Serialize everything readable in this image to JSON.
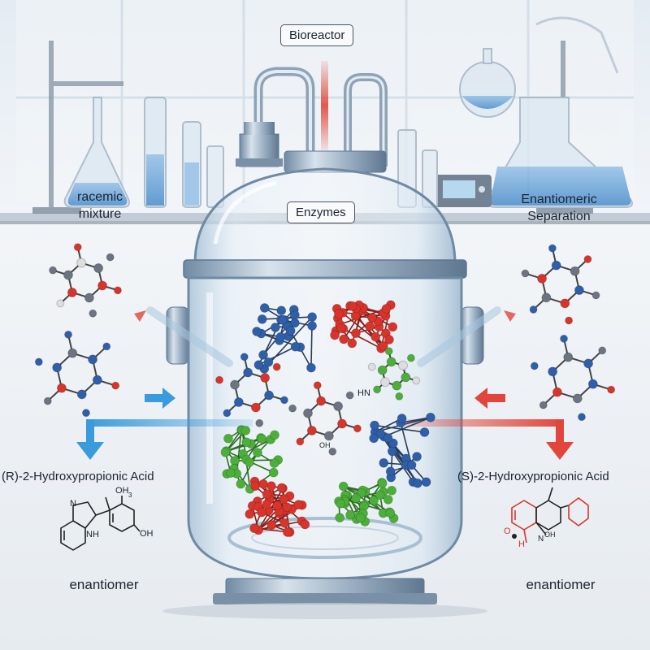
{
  "labels": {
    "bioreactor": "Bioreactor",
    "enzymes": "Enzymes",
    "racemic_line1": "racemic",
    "racemic_line2": "mixture",
    "separation_line1": "Enantiomeric",
    "separation_line2": "Separation",
    "r_product": "(R)-2-Hydroxypropionic Acid",
    "s_product": "(S)-2-Hydroxypropionic Acid",
    "r_enantiomer": "enantiomer",
    "s_enantiomer": "enantiomer"
  },
  "structure_labels": {
    "r_n": "N",
    "r_nh": "NH",
    "r_oh_top": "OH",
    "r_oh_bottom": "OH",
    "r_ch3": "3",
    "s_o": "O",
    "s_h": "H",
    "s_noh": "N",
    "s_oh": "OH",
    "center_hn": "HN",
    "center_oh": "OH"
  },
  "colors": {
    "red_atom": "#d9342b",
    "blue_atom": "#2f5fa8",
    "green_atom": "#4caf3a",
    "gray_atom": "#6b7480",
    "arrow_blue": "#3a9bdc",
    "arrow_red": "#e0463b",
    "glass": "#cfe0ee"
  }
}
